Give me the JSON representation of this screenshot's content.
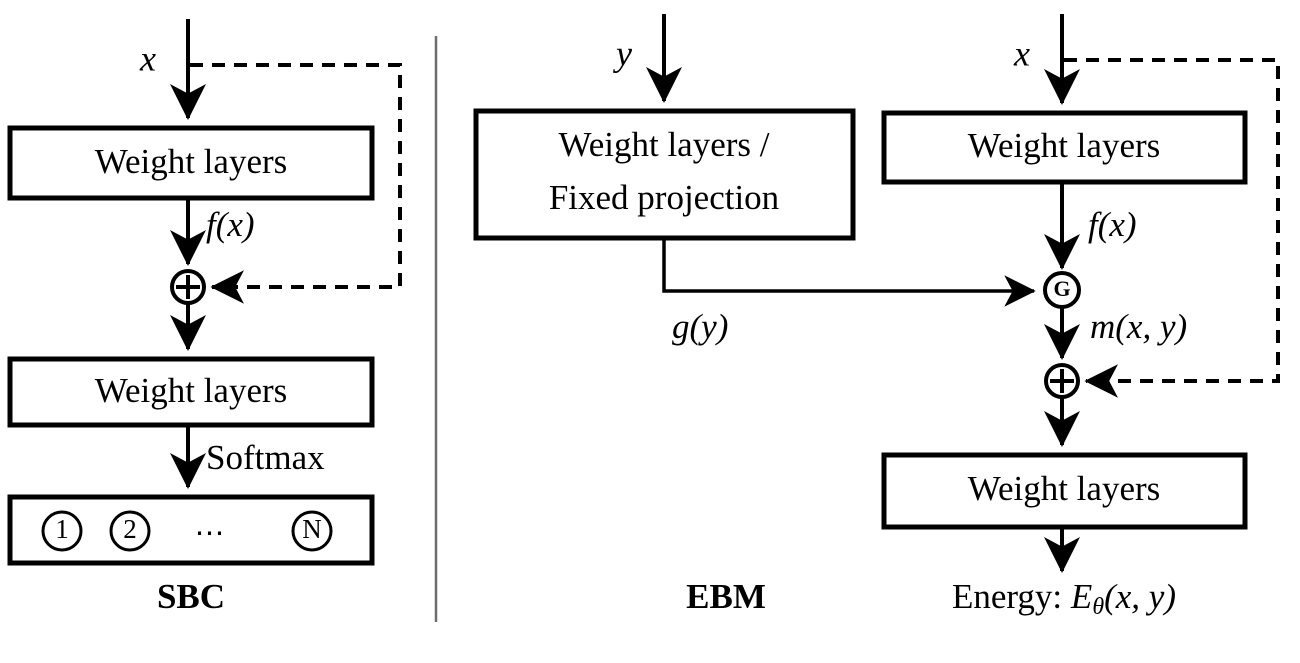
{
  "figure": {
    "title": "SBC versus EBM architecture comparison",
    "background_color": "#ffffff",
    "stroke_color": "#000000",
    "divider_color": "#6e6e6e"
  },
  "panels": [
    {
      "id": "sbc",
      "caption": "SBC",
      "input_label": "x",
      "boxes": [
        {
          "id": "sbc-weight-layers-1",
          "label": "Weight layers"
        },
        {
          "id": "sbc-weight-layers-2",
          "label": "Weight layers"
        }
      ],
      "edge_labels": [
        {
          "id": "sbc-fx",
          "text": "f(x)"
        },
        {
          "id": "sbc-softmax",
          "text": "Softmax"
        }
      ],
      "junctions": [
        {
          "id": "sbc-add",
          "symbol": "+",
          "shape": "circle-plus"
        }
      ],
      "output_classes": [
        "1",
        "2",
        "⋯",
        "N"
      ],
      "skip_connection": {
        "from": "x",
        "to": "sbc-add",
        "style": "dashed"
      }
    },
    {
      "id": "ebm",
      "caption": "EBM",
      "input_labels": {
        "y": "y",
        "x": "x"
      },
      "boxes": [
        {
          "id": "ebm-projection",
          "label_line_1": "Weight layers /",
          "label_line_2": "Fixed projection"
        },
        {
          "id": "ebm-weight-layers-top",
          "label": "Weight layers"
        },
        {
          "id": "ebm-weight-layers-bottom",
          "label": "Weight layers"
        }
      ],
      "edge_labels": [
        {
          "id": "ebm-gy",
          "text": "g(y)"
        },
        {
          "id": "ebm-fx",
          "text": "f(x)"
        },
        {
          "id": "ebm-mxy",
          "text": "m(x, y)"
        }
      ],
      "junctions": [
        {
          "id": "ebm-combine",
          "symbol": "G",
          "shape": "circle-letter"
        },
        {
          "id": "ebm-add",
          "symbol": "+",
          "shape": "circle-plus"
        }
      ],
      "output": {
        "id": "ebm-energy",
        "prefix": "Energy: ",
        "symbol": "E",
        "subscript": "θ",
        "args": "(x, y)",
        "full_text": "Energy: Eθ(x, y)"
      },
      "skip_connection": {
        "from": "x",
        "to": "ebm-add",
        "style": "dashed"
      }
    }
  ]
}
